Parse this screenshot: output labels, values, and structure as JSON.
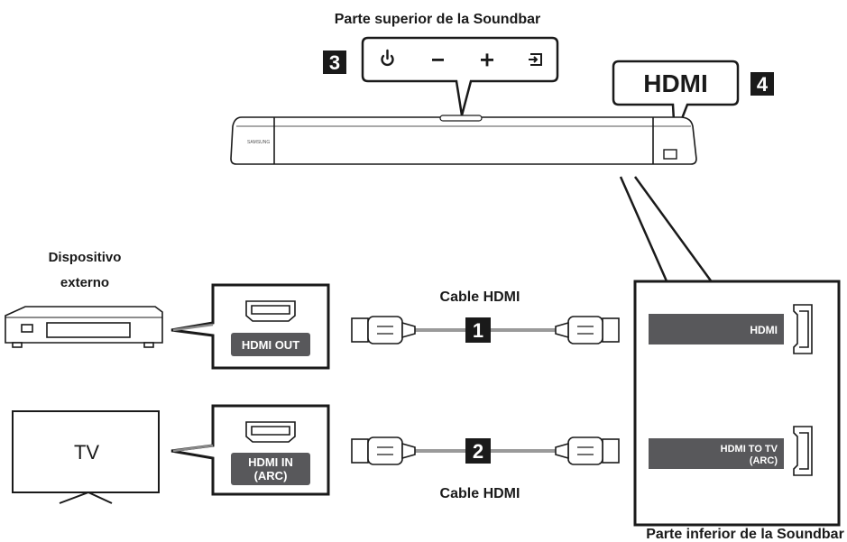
{
  "soundbar": {
    "top_label": "Parte superior de la Soundbar",
    "bottom_label": "Parte inferior de la Soundbar",
    "top_buttons": [
      "power-icon",
      "minus-icon",
      "plus-icon",
      "source-icon"
    ],
    "hdmi_callout": "HDMI",
    "port_hdmi": "HDMI",
    "port_hdmi_tv_line1": "HDMI TO TV",
    "port_hdmi_tv_line2": "(ARC)",
    "brand": "SAMSUNG"
  },
  "markers": {
    "one": "1",
    "two": "2",
    "three": "3",
    "four": "4"
  },
  "external_device": {
    "label_line1": "Dispositivo",
    "label_line2": "externo",
    "port": "HDMI OUT"
  },
  "tv": {
    "label": "TV",
    "port_line1": "HDMI IN",
    "port_line2": "(ARC)"
  },
  "cables": {
    "top": "Cable HDMI",
    "bottom": "Cable HDMI"
  }
}
